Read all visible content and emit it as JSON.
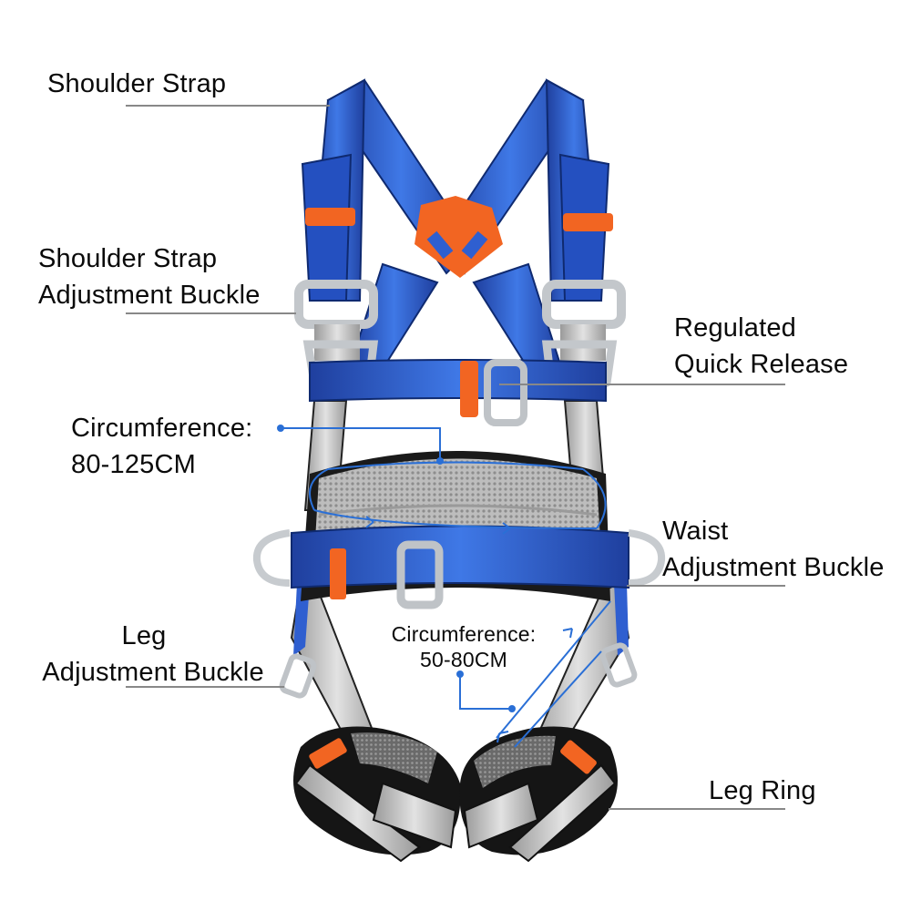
{
  "diagram": {
    "subject": "Full body safety harness",
    "colors": {
      "webbing_blue": "#2f5fd0",
      "webbing_blue_dark": "#1f3f9e",
      "keeper_orange": "#f26522",
      "pad_gray": "#c8c8c8",
      "leg_pad_black": "#151515",
      "buckle_silver": "#bfc3c7",
      "leader_line": "#888888",
      "measure_blue": "#2a6fd6"
    },
    "labels": {
      "shoulder_strap": {
        "lines": [
          "Shoulder Strap"
        ]
      },
      "shoulder_buckle": {
        "lines": [
          "Shoulder Strap",
          "Adjustment Buckle"
        ]
      },
      "quick_release": {
        "lines": [
          "Regulated",
          "Quick Release"
        ]
      },
      "waist_circumference": {
        "lines": [
          "Circumference:",
          "80-125CM"
        ]
      },
      "waist_buckle": {
        "lines": [
          "Waist",
          "Adjustment Buckle"
        ]
      },
      "leg_buckle": {
        "lines": [
          "Leg",
          "Adjustment Buckle"
        ]
      },
      "leg_circumference": {
        "lines": [
          "Circumference:",
          "50-80CM"
        ]
      },
      "leg_ring": {
        "lines": [
          "Leg Ring"
        ]
      }
    }
  }
}
